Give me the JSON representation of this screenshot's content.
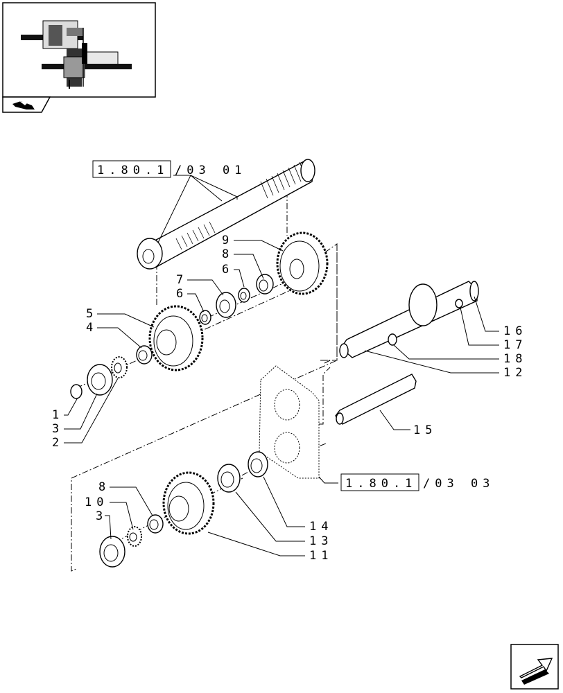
{
  "thumbnail": {
    "icon": "tractor-transmission-thumbnail"
  },
  "nav": {
    "book_icon": "book-icon",
    "next_icon": "next-page-arrow-icon"
  },
  "refs": {
    "top": {
      "boxed": "1.80.1",
      "rest": "/03 01"
    },
    "mid": {
      "boxed": "1.80.1",
      "rest": "/03 03"
    }
  },
  "parts": [
    {
      "id": "1"
    },
    {
      "id": "2"
    },
    {
      "id": "3"
    },
    {
      "id": "4"
    },
    {
      "id": "5"
    },
    {
      "id": "6"
    },
    {
      "id": "6"
    },
    {
      "id": "7"
    },
    {
      "id": "8"
    },
    {
      "id": "8"
    },
    {
      "id": "9"
    },
    {
      "id": "10"
    },
    {
      "id": "11"
    },
    {
      "id": "12"
    },
    {
      "id": "13"
    },
    {
      "id": "14"
    },
    {
      "id": "15"
    },
    {
      "id": "16"
    },
    {
      "id": "17"
    },
    {
      "id": "18"
    },
    {
      "id": "3"
    }
  ]
}
